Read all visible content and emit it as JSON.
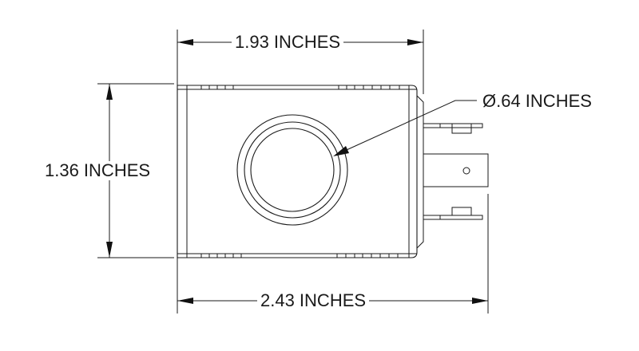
{
  "drawing": {
    "type": "dimensioned-outline",
    "subject": "solenoid coil (side view)",
    "line_color": "#1a1a1a",
    "background": "#ffffff"
  },
  "dimensions": {
    "top_width": {
      "label": "1.93 INCHES",
      "value": 1.93,
      "unit": "INCHES"
    },
    "height": {
      "label": "1.36 INCHES",
      "value": 1.36,
      "unit": "INCHES"
    },
    "overall_width": {
      "label": "2.43 INCHES",
      "value": 2.43,
      "unit": "INCHES"
    },
    "bore_diameter": {
      "label": "Ø.64 INCHES",
      "value": 0.64,
      "unit": "INCHES",
      "symbol": "Ø"
    }
  }
}
